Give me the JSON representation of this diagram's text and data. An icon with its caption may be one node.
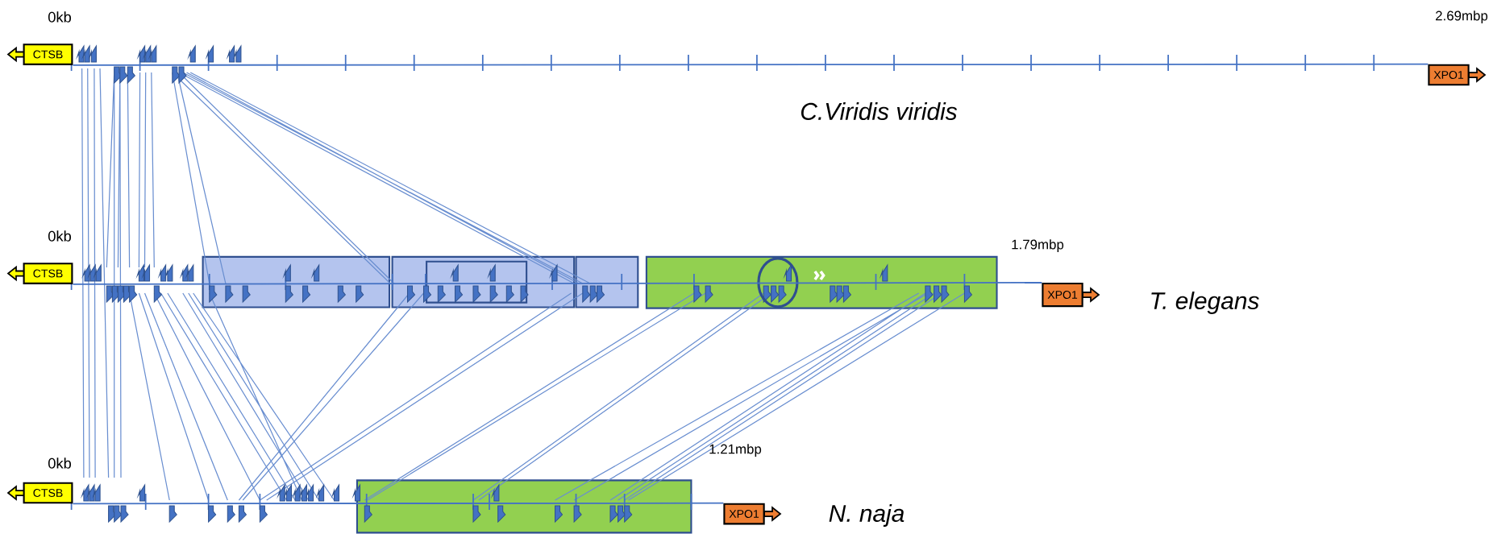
{
  "diagram": {
    "nodes": [
      {
        "text": [
          "CTSB"
        ]
      },
      {
        "text": [
          "XPO1"
        ]
      },
      {
        "text": [
          "CTSB"
        ]
      },
      {
        "text": [
          "XPO1"
        ]
      },
      {
        "text": [
          "CTSB"
        ]
      },
      {
        "text": [
          "XPO1"
        ]
      }
    ],
    "edges": [
      {
        "from": 0,
        "to": 1,
        "arrow": "none"
      },
      {
        "from": 2,
        "to": 3,
        "arrow": "none"
      },
      {
        "from": 4,
        "to": 5,
        "arrow": "none"
      }
    ],
    "labels": [
      "0kb",
      "2.69mbp",
      "C.Viridis viridis",
      "0kb",
      "1.79mbp",
      "T. elegans",
      "1.21mbp",
      "0kb",
      "N. naja"
    ]
  }
}
